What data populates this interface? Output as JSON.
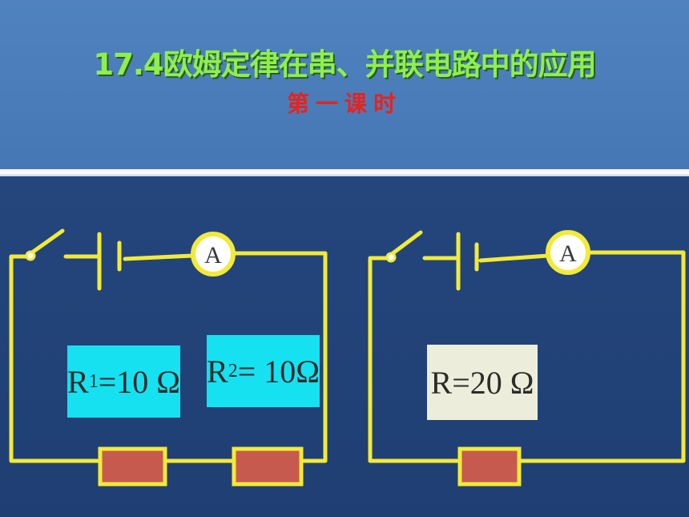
{
  "slide": {
    "title": "17.4欧姆定律在串、并联电路中的应用",
    "subtitle": "第一课时"
  },
  "circuits": [
    {
      "id": "series",
      "ammeter_symbol": "A",
      "labels": [
        {
          "prefix": "R",
          "sub": "1",
          "value": "=10 Ω"
        },
        {
          "prefix": "R",
          "sub": "2",
          "value": "= 10Ω"
        }
      ]
    },
    {
      "id": "single",
      "ammeter_symbol": "A",
      "labels": [
        {
          "prefix": "R",
          "sub": "",
          "value": " =20 Ω"
        }
      ]
    }
  ],
  "colors": {
    "header_bg": "#4f82bf",
    "panel_bg": "#1f3f73",
    "wire": "#f2ea38",
    "resistor": "#c75a4e",
    "label_cyan": "#16e1f0",
    "label_ivory": "#ededdb",
    "title_green": "#8ef04a",
    "subtitle_red": "#e6231c"
  }
}
